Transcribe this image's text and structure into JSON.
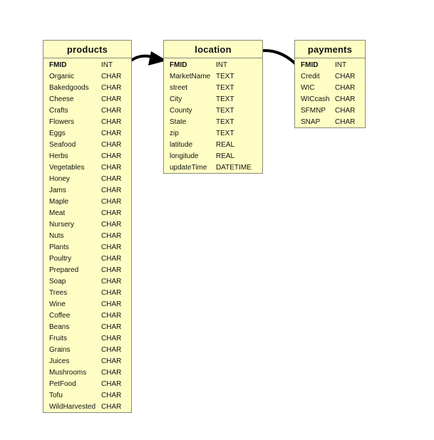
{
  "tables": {
    "products": {
      "title": "products",
      "fields": [
        {
          "name": "FMID",
          "type": "INT",
          "pk": true
        },
        {
          "name": "Organic",
          "type": "CHAR"
        },
        {
          "name": "Bakedgoods",
          "type": "CHAR"
        },
        {
          "name": "Cheese",
          "type": "CHAR"
        },
        {
          "name": "Crafts",
          "type": "CHAR"
        },
        {
          "name": "Flowers",
          "type": "CHAR"
        },
        {
          "name": "Eggs",
          "type": "CHAR"
        },
        {
          "name": "Seafood",
          "type": "CHAR"
        },
        {
          "name": "Herbs",
          "type": "CHAR"
        },
        {
          "name": "Vegetables",
          "type": "CHAR"
        },
        {
          "name": "Honey",
          "type": "CHAR"
        },
        {
          "name": "Jams",
          "type": "CHAR"
        },
        {
          "name": "Maple",
          "type": "CHAR"
        },
        {
          "name": "Meat",
          "type": "CHAR"
        },
        {
          "name": "Nursery",
          "type": "CHAR"
        },
        {
          "name": "Nuts",
          "type": "CHAR"
        },
        {
          "name": "Plants",
          "type": "CHAR"
        },
        {
          "name": "Poultry",
          "type": "CHAR"
        },
        {
          "name": "Prepared",
          "type": "CHAR"
        },
        {
          "name": "Soap",
          "type": "CHAR"
        },
        {
          "name": "Trees",
          "type": "CHAR"
        },
        {
          "name": "Wine",
          "type": "CHAR"
        },
        {
          "name": "Coffee",
          "type": "CHAR"
        },
        {
          "name": "Beans",
          "type": "CHAR"
        },
        {
          "name": "Fruits",
          "type": "CHAR"
        },
        {
          "name": "Grains",
          "type": "CHAR"
        },
        {
          "name": "Juices",
          "type": "CHAR"
        },
        {
          "name": "Mushrooms",
          "type": "CHAR"
        },
        {
          "name": "PetFood",
          "type": "CHAR"
        },
        {
          "name": "Tofu",
          "type": "CHAR"
        },
        {
          "name": "WildHarvested",
          "type": "CHAR"
        }
      ]
    },
    "location": {
      "title": "location",
      "fields": [
        {
          "name": "FMID",
          "type": "INT",
          "pk": true
        },
        {
          "name": "MarketName",
          "type": "TEXT"
        },
        {
          "name": "street",
          "type": "TEXT"
        },
        {
          "name": "City",
          "type": "TEXT"
        },
        {
          "name": "County",
          "type": "TEXT"
        },
        {
          "name": "State",
          "type": "TEXT"
        },
        {
          "name": "zip",
          "type": "TEXT"
        },
        {
          "name": "latitude",
          "type": "REAL"
        },
        {
          "name": "longitude",
          "type": "REAL"
        },
        {
          "name": "updateTime",
          "type": "DATETIME"
        }
      ]
    },
    "payments": {
      "title": "payments",
      "fields": [
        {
          "name": "FMID",
          "type": "INT",
          "pk": true
        },
        {
          "name": "Credit",
          "type": "CHAR"
        },
        {
          "name": "WIC",
          "type": "CHAR"
        },
        {
          "name": "WICcash",
          "type": "CHAR"
        },
        {
          "name": "SFMNP",
          "type": "CHAR"
        },
        {
          "name": "SNAP",
          "type": "CHAR"
        }
      ]
    }
  },
  "relationships": [
    {
      "from": "products",
      "to": "location",
      "field": "FMID"
    },
    {
      "from": "payments",
      "to": "location",
      "field": "FMID"
    }
  ],
  "colors": {
    "table_fill": "#fefec4",
    "table_border": "#8a8a7a",
    "arrow": "#000000"
  }
}
